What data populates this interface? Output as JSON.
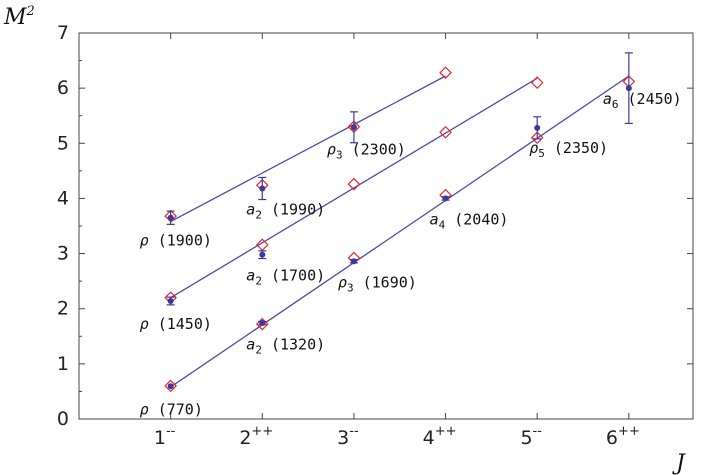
{
  "chart_data": {
    "type": "scatter",
    "xlabel": "J",
    "ylabel": "M",
    "ylabel_sup": "2",
    "xlim": [
      0,
      6.7
    ],
    "ylim": [
      0,
      7
    ],
    "x_ticks": [
      {
        "value": 1,
        "label": "1",
        "sup": "--"
      },
      {
        "value": 2,
        "label": "2",
        "sup": "++"
      },
      {
        "value": 3,
        "label": "3",
        "sup": "--"
      },
      {
        "value": 4,
        "label": "4",
        "sup": "++"
      },
      {
        "value": 5,
        "label": "5",
        "sup": "--"
      },
      {
        "value": 6,
        "label": "6",
        "sup": "++"
      }
    ],
    "y_ticks": [
      "0",
      "1",
      "2",
      "3",
      "4",
      "5",
      "6",
      "7"
    ],
    "colors": {
      "line": "#4a4aa8",
      "experiment": "#3a3a9a",
      "prediction": "#e8232a"
    },
    "lines": [
      {
        "x1": 1,
        "y1": 3.58,
        "x2": 4,
        "y2": 6.22
      },
      {
        "x1": 1,
        "y1": 2.2,
        "x2": 5,
        "y2": 6.18
      },
      {
        "x1": 1,
        "y1": 0.58,
        "x2": 6,
        "y2": 6.22
      }
    ],
    "experiment_points": [
      {
        "x": 1,
        "y": 0.593,
        "err": 0.0
      },
      {
        "x": 2,
        "y": 1.74,
        "err": 0.03
      },
      {
        "x": 3,
        "y": 2.86,
        "err": 0.03
      },
      {
        "x": 4,
        "y": 4.0,
        "err": 0.03
      },
      {
        "x": 5,
        "y": 5.28,
        "err": 0.2
      },
      {
        "x": 6,
        "y": 6.0,
        "err": 0.64
      },
      {
        "x": 1,
        "y": 2.14,
        "err": 0.07
      },
      {
        "x": 2,
        "y": 2.98,
        "err": 0.07
      },
      {
        "x": 1,
        "y": 3.65,
        "err": 0.12
      },
      {
        "x": 2,
        "y": 4.18,
        "err": 0.2
      },
      {
        "x": 3,
        "y": 5.29,
        "err": 0.28
      }
    ],
    "predicted_points": [
      {
        "x": 1,
        "y": 0.6
      },
      {
        "x": 2,
        "y": 1.72
      },
      {
        "x": 3,
        "y": 2.92
      },
      {
        "x": 4,
        "y": 4.06
      },
      {
        "x": 5,
        "y": 5.1
      },
      {
        "x": 6,
        "y": 6.12
      },
      {
        "x": 1,
        "y": 2.2
      },
      {
        "x": 2,
        "y": 3.16
      },
      {
        "x": 3,
        "y": 4.26
      },
      {
        "x": 4,
        "y": 5.2
      },
      {
        "x": 5,
        "y": 6.1
      },
      {
        "x": 1,
        "y": 3.68
      },
      {
        "x": 2,
        "y": 4.24
      },
      {
        "x": 3,
        "y": 5.3
      },
      {
        "x": 4,
        "y": 6.28
      }
    ],
    "annotations": [
      {
        "symbol": "ρ",
        "sub": "",
        "mass": "(770)",
        "x": 1,
        "y": 0.59
      },
      {
        "symbol": "a",
        "sub": "2",
        "mass": "(1320)",
        "x": 2,
        "y": 1.73
      },
      {
        "symbol": "ρ",
        "sub": "3",
        "mass": "(1690)",
        "x": 3,
        "y": 2.86
      },
      {
        "symbol": "a",
        "sub": "4",
        "mass": "(2040)",
        "x": 4,
        "y": 4.0
      },
      {
        "symbol": "ρ",
        "sub": "5",
        "mass": "(2350)",
        "x": 5,
        "y": 5.28
      },
      {
        "symbol": "a",
        "sub": "6",
        "mass": "(2450)",
        "x": 6,
        "y": 6.0
      },
      {
        "symbol": "ρ",
        "sub": "",
        "mass": "(1450)",
        "x": 1,
        "y": 2.14
      },
      {
        "symbol": "a",
        "sub": "2",
        "mass": "(1700)",
        "x": 2,
        "y": 2.98
      },
      {
        "symbol": "ρ",
        "sub": "",
        "mass": "(1900)",
        "x": 1,
        "y": 3.65
      },
      {
        "symbol": "a",
        "sub": "2",
        "mass": "(1990)",
        "x": 2,
        "y": 4.18
      },
      {
        "symbol": "ρ",
        "sub": "3",
        "mass": "(2300)",
        "x": 3,
        "y": 5.29
      }
    ]
  }
}
